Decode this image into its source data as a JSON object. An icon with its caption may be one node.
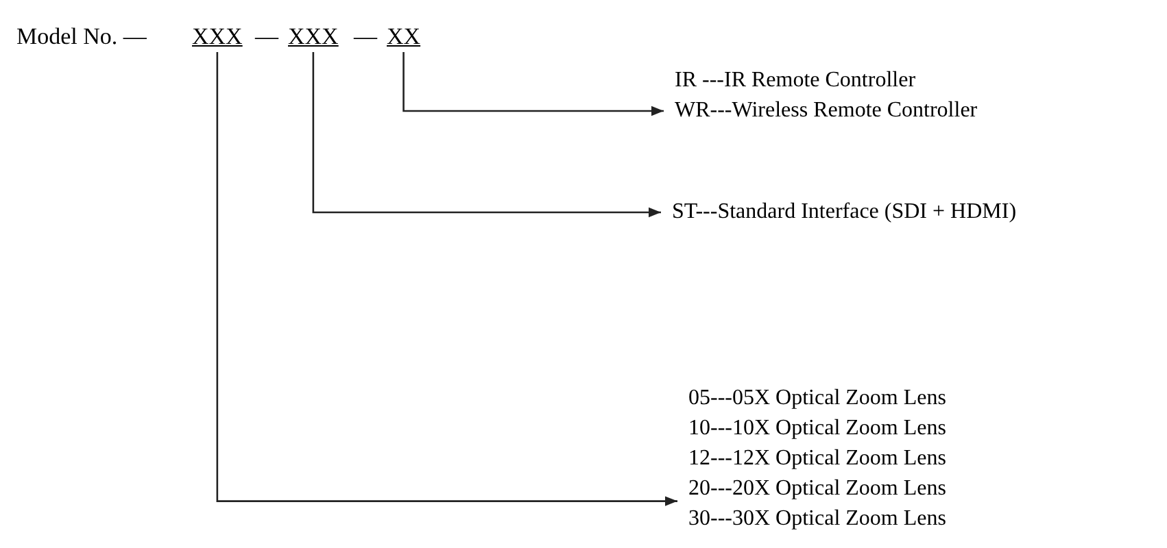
{
  "diagram": {
    "nodes": [
      {
        "text": [
          "XXX"
        ]
      },
      {
        "text": [
          "XXX"
        ]
      },
      {
        "text": [
          "XX"
        ]
      },
      {
        "text": [
          "IR ---IR Remote Controller",
          "WR---Wireless Remote Controller"
        ]
      },
      {
        "text": [
          "ST---Standard Interface (SDI + HDMI)"
        ]
      },
      {
        "text": [
          "05---05X Optical Zoom Lens",
          "10---10X Optical Zoom Lens",
          "12---12X Optical Zoom Lens",
          "20---20X Optical Zoom Lens",
          "30---30X Optical Zoom Lens"
        ]
      }
    ],
    "edges": [
      {
        "from": 2,
        "to": 3,
        "arrow": "to"
      },
      {
        "from": 1,
        "to": 4,
        "arrow": "to"
      },
      {
        "from": 0,
        "to": 5,
        "arrow": "to"
      }
    ],
    "labels": [
      "Model No. —",
      "—",
      "—"
    ]
  }
}
